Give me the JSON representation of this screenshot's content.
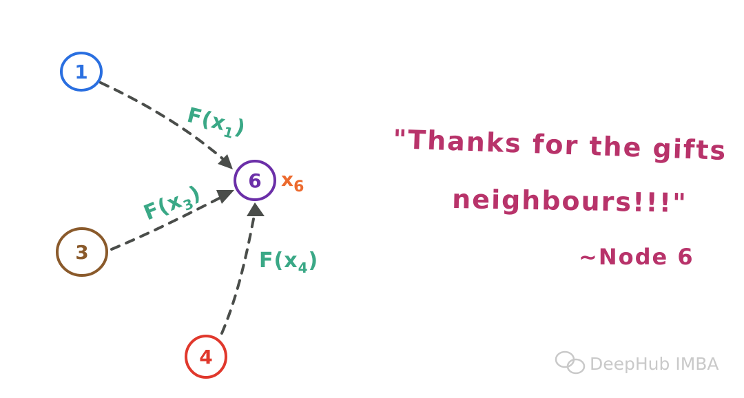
{
  "colors": {
    "node_1": "#2a6fe0",
    "node_3": "#8a5a2b",
    "node_4": "#e0382c",
    "node_6": "#6b2fa8",
    "edge": "#4a4d4a",
    "message": "#3aa886",
    "feature": "#ec6a2e",
    "quote": "#b8336a",
    "watermark": "#c9c9c9"
  },
  "nodes": {
    "n1": {
      "label": "1"
    },
    "n3": {
      "label": "3"
    },
    "n4": {
      "label": "4"
    },
    "n6": {
      "label": "6"
    }
  },
  "messages": {
    "from_1": {
      "base": "F(x",
      "sub": "1",
      "close": ")"
    },
    "from_3": {
      "base": "F(x",
      "sub": "3",
      "close": ")"
    },
    "from_4": {
      "base": "F(x",
      "sub": "4",
      "close": ")"
    }
  },
  "feature": {
    "base": "x",
    "sub": "6"
  },
  "quote": {
    "line1": "\"Thanks for the gifts",
    "line2": "neighbours!!!\"",
    "signature": "~Node 6"
  },
  "watermark": {
    "icon": "wechat-icon",
    "text": "DeepHub IMBA"
  }
}
